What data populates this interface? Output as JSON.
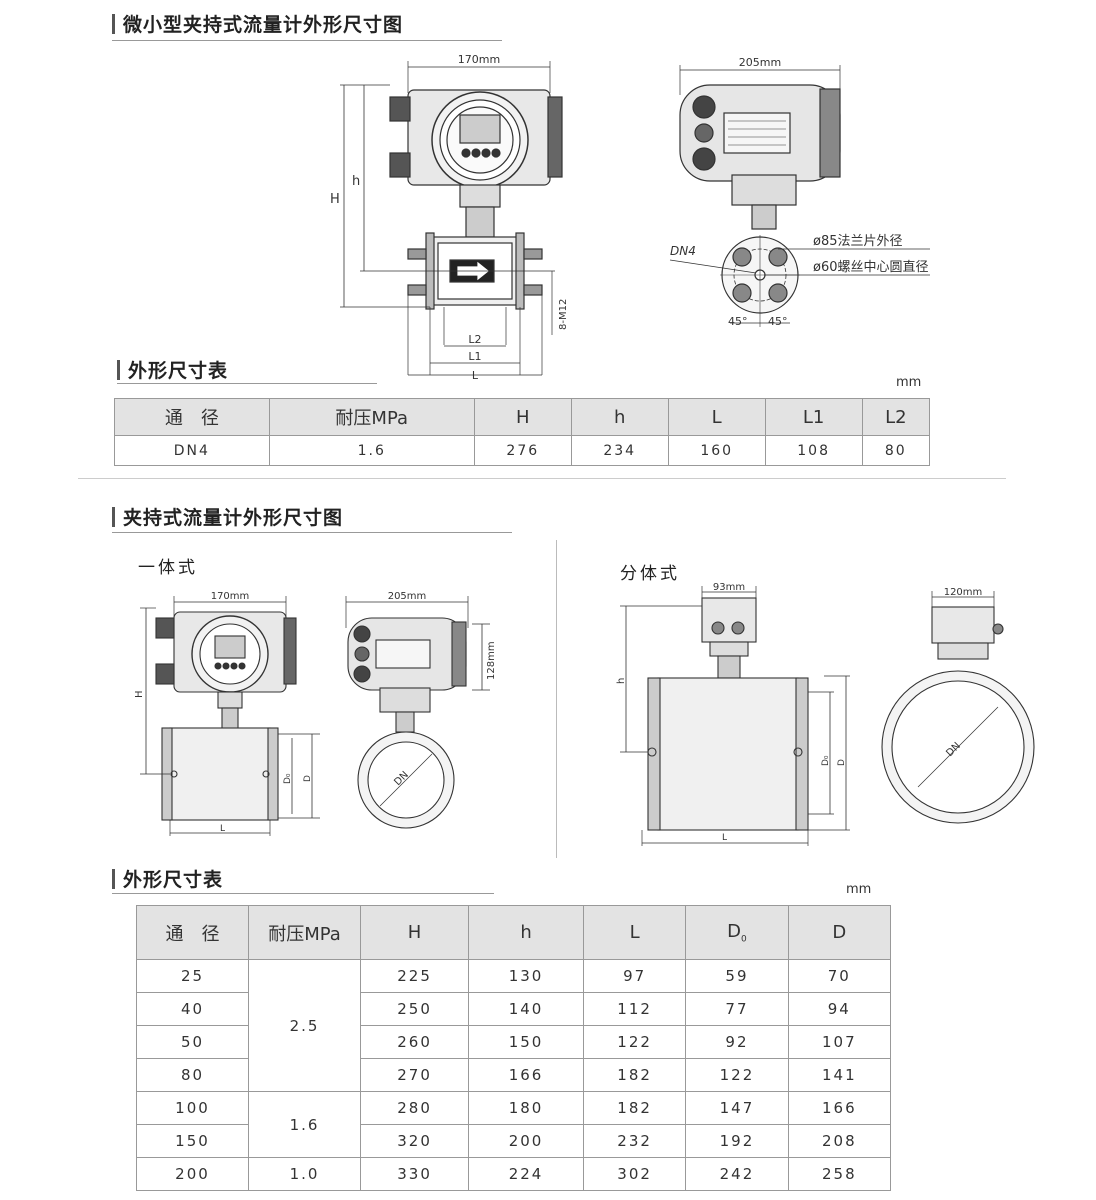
{
  "section1": {
    "title": "微小型夹持式流量计外形尺寸图",
    "front": {
      "width_label": "170mm",
      "H": "H",
      "h": "h",
      "L2": "L2",
      "L1": "L1",
      "L": "L",
      "bolt": "8-M12"
    },
    "side": {
      "width_label": "205mm",
      "dn": "DN4",
      "flange_label": "ø85法兰片外径",
      "bolt_circle_label": "ø60螺丝中心圆直径",
      "angle_left": "45°",
      "angle_right": "45°"
    }
  },
  "table1": {
    "title": "外形尺寸表",
    "unit": "mm",
    "headers": [
      "通　径",
      "耐压MPa",
      "H",
      "h",
      "L",
      "L1",
      "L2"
    ],
    "rows": [
      [
        "DN4",
        "1.6",
        "276",
        "234",
        "160",
        "108",
        "80"
      ]
    ]
  },
  "section2": {
    "title": "夹持式流量计外形尺寸图",
    "integral": {
      "label": "一体式",
      "width_label": "170mm",
      "side_width_label": "205mm",
      "side_height_label": "128mm",
      "H": "H",
      "D0": "D₀",
      "D": "D",
      "L": "L",
      "dn": "DN"
    },
    "split": {
      "label": "分体式",
      "width_label": "93mm",
      "side_width_label": "120mm",
      "h": "h",
      "D0": "D₀",
      "D": "D",
      "L": "L",
      "dn": "DN"
    }
  },
  "table2": {
    "title": "外形尺寸表",
    "unit": "mm",
    "headers": [
      "通　径",
      "耐压MPa",
      "H",
      "h",
      "L",
      "D",
      "D"
    ],
    "header_sub": "0",
    "rows": [
      [
        "25",
        "225",
        "130",
        "97",
        "59",
        "70"
      ],
      [
        "40",
        "250",
        "140",
        "112",
        "77",
        "94"
      ],
      [
        "50",
        "260",
        "150",
        "122",
        "92",
        "107"
      ],
      [
        "80",
        "270",
        "166",
        "182",
        "122",
        "141"
      ],
      [
        "100",
        "280",
        "180",
        "182",
        "147",
        "166"
      ],
      [
        "150",
        "320",
        "200",
        "232",
        "192",
        "208"
      ],
      [
        "200",
        "330",
        "224",
        "302",
        "242",
        "258"
      ]
    ],
    "pressures": [
      "2.5",
      "1.6",
      "1.0"
    ]
  },
  "colors": {
    "header_bg": "#e3e3e3",
    "line": "#999999",
    "drawing": "#333333"
  }
}
